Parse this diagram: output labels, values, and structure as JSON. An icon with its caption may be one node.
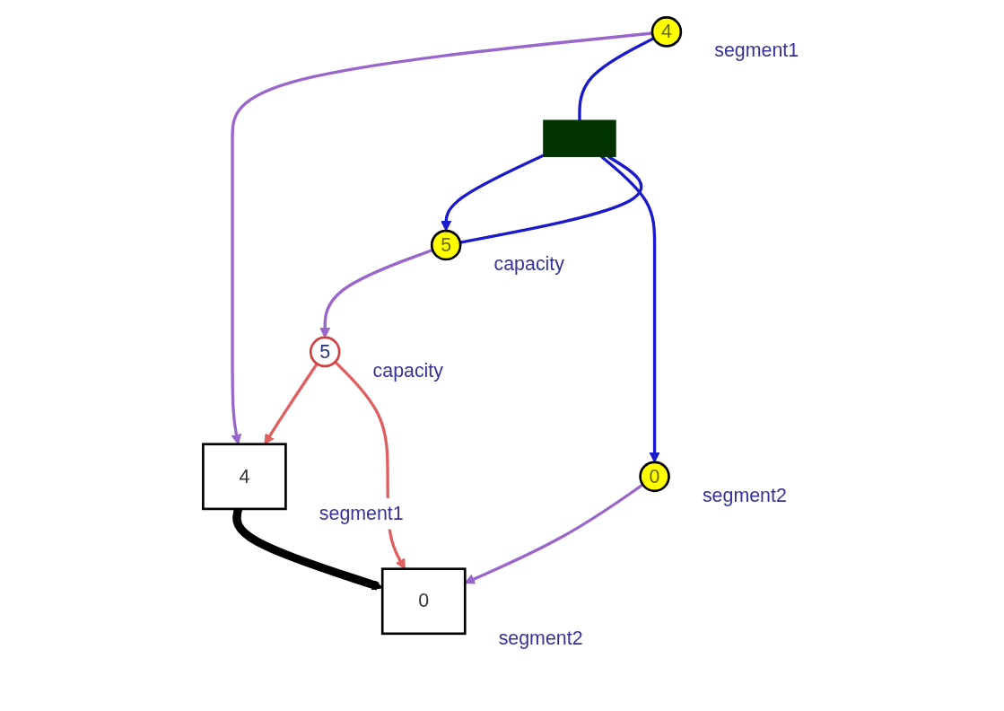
{
  "diagram": {
    "nodes": [
      {
        "text": [
          "5"
        ],
        "beside": [
          "capacity"
        ]
      },
      {
        "text": [
          "4"
        ],
        "beside": [
          "segment1"
        ]
      },
      {
        "text": [
          "0"
        ],
        "beside": [
          "segment2"
        ]
      },
      {
        "text": [
          "4"
        ],
        "beside": [
          "segment1"
        ]
      },
      {
        "text": [
          "5"
        ],
        "beside": [
          "capacity"
        ]
      },
      {
        "text": [
          "0"
        ],
        "beside": [
          "segment2"
        ]
      },
      {
        "text": [],
        "shape": "bar"
      }
    ],
    "edges": [
      {
        "from": 0,
        "to": 1,
        "arrow": "to",
        "color": "#e06060"
      },
      {
        "from": 0,
        "to": 2,
        "arrow": "to",
        "color": "#e06060"
      },
      {
        "from": 1,
        "to": 2,
        "arrow": "to",
        "style": "thick",
        "color": "#000000"
      },
      {
        "from": 3,
        "to": 1,
        "arrow": "to",
        "color": "#9966cc"
      },
      {
        "from": 4,
        "to": 0,
        "arrow": "to",
        "color": "#9966cc"
      },
      {
        "from": 5,
        "to": 2,
        "arrow": "to",
        "color": "#9966cc"
      },
      {
        "from": 3,
        "to": 6,
        "arrow": "none"
      },
      {
        "from": 4,
        "to": 6,
        "arrow": "none"
      },
      {
        "from": 6,
        "to": 4,
        "arrow": "to"
      },
      {
        "from": 6,
        "to": 5,
        "arrow": "to"
      }
    ]
  }
}
